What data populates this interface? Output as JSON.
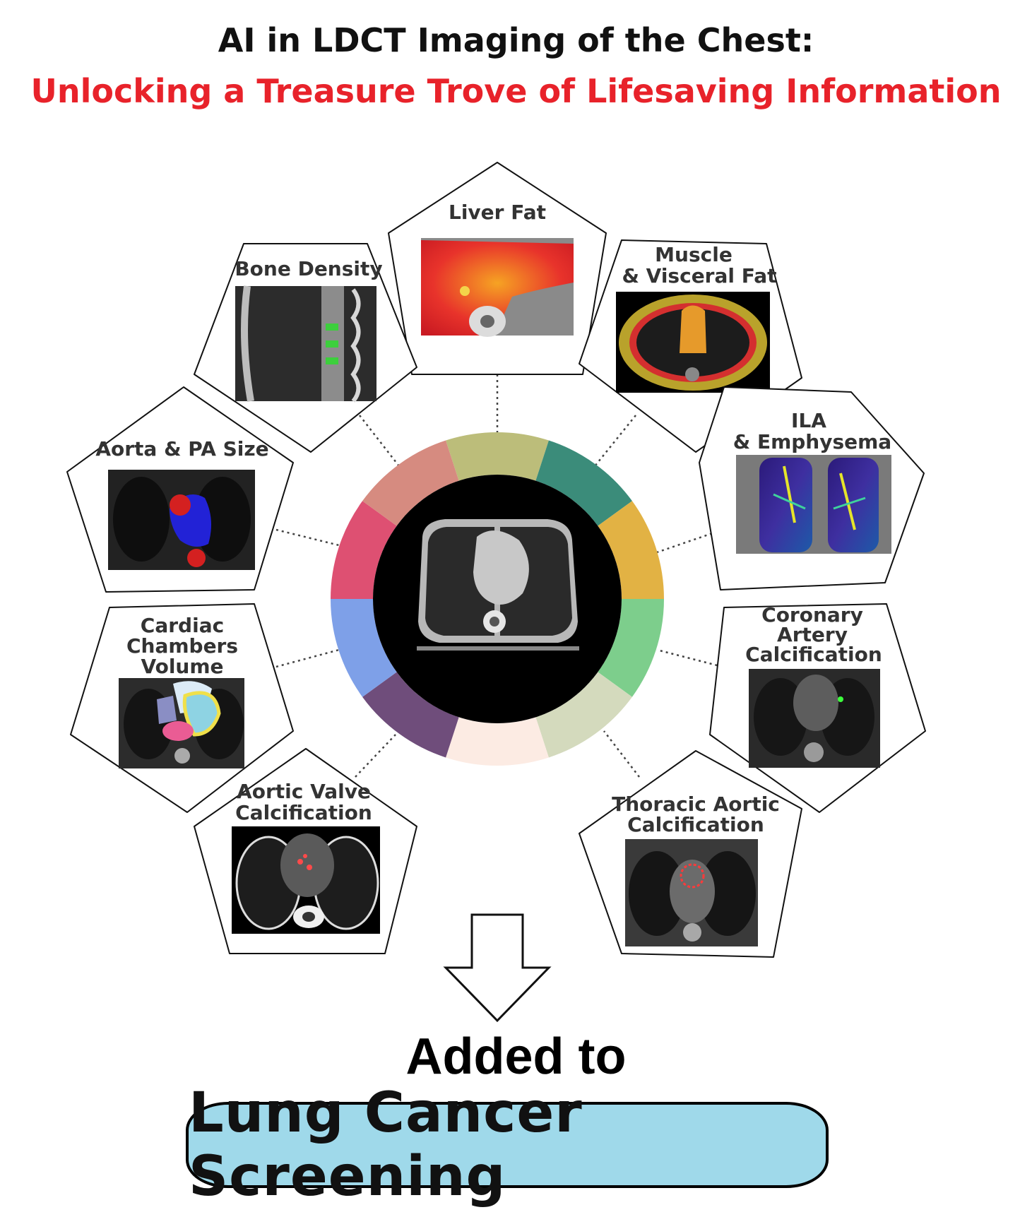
{
  "header": {
    "title": "AI in LDCT Imaging of the Chest:",
    "subtitle": "Unlocking a Treasure Trove of Lifesaving Information"
  },
  "center": {
    "ring_colors": [
      "#bcbd7a",
      "#3b8c7a",
      "#e2b244",
      "#7dce8c",
      "#d4dabd",
      "#fcebe3",
      "#6f4d7b",
      "#7ea0e8",
      "#de5072",
      "#d68b80"
    ]
  },
  "cards": [
    {
      "id": "liver-fat",
      "lines": [
        "Liver Fat"
      ]
    },
    {
      "id": "muscle-visceral-fat",
      "lines": [
        "Muscle",
        "& Visceral Fat"
      ]
    },
    {
      "id": "ila-emphysema",
      "lines": [
        "ILA",
        "& Emphysema"
      ]
    },
    {
      "id": "coronary-artery-calcification",
      "lines": [
        "Coronary",
        "Artery",
        "Calcification"
      ]
    },
    {
      "id": "thoracic-aortic-calcification",
      "lines": [
        "Thoracic Aortic",
        "Calcification"
      ]
    },
    {
      "id": "aortic-valve-calcification",
      "lines": [
        "Aortic Valve",
        "Calcification"
      ]
    },
    {
      "id": "cardiac-chambers-volume",
      "lines": [
        "Cardiac",
        "Chambers",
        "Volume"
      ]
    },
    {
      "id": "aorta-pa-size",
      "lines": [
        "Aorta & PA Size"
      ]
    },
    {
      "id": "bone-density",
      "lines": [
        "Bone Density"
      ]
    }
  ],
  "footer": {
    "added_to": "Added to",
    "program": "Lung Cancer Screening"
  }
}
